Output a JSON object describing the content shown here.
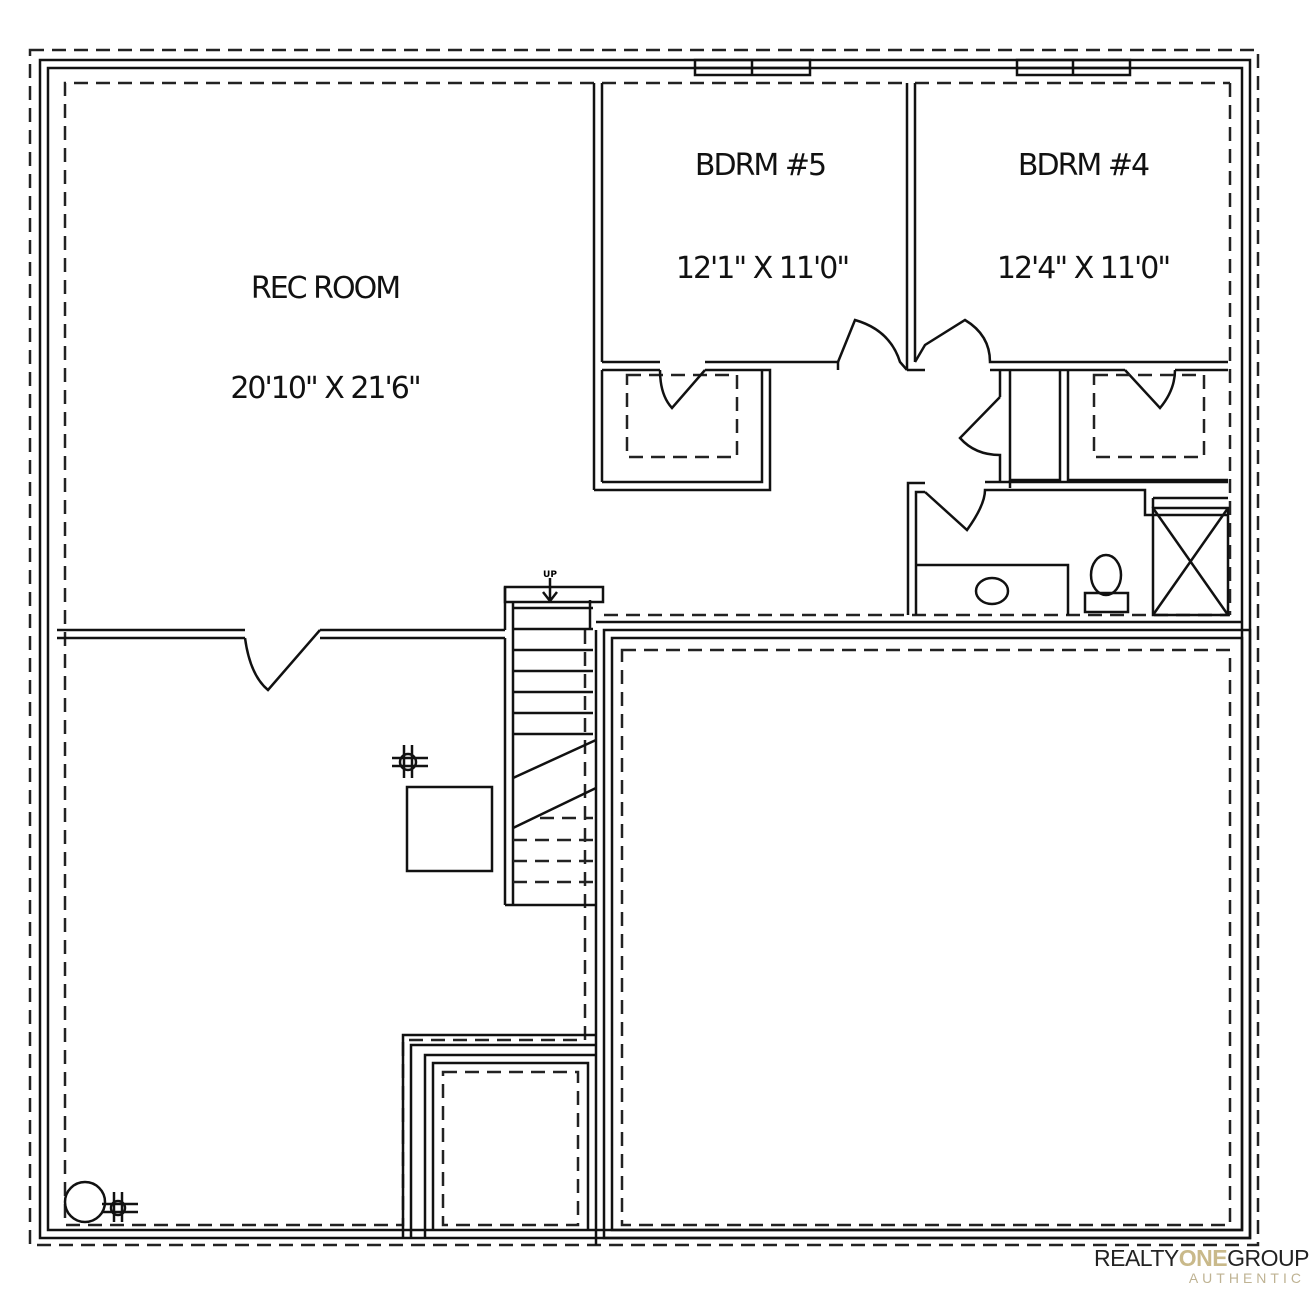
{
  "rooms": [
    {
      "name": "REC ROOM",
      "size": "20'10\" X 21'6\""
    },
    {
      "name": "BDRM #5",
      "size": "12'1\" X 11'0\""
    },
    {
      "name": "BDRM #4",
      "size": "12'4\" X 11'0\""
    }
  ],
  "stairs": {
    "label": "UP"
  },
  "logo": {
    "part1": "REALTY",
    "part2": "ONE",
    "part3": "GROUP",
    "tagline": "AUTHENTIC",
    "accent": "#c9b98a"
  }
}
